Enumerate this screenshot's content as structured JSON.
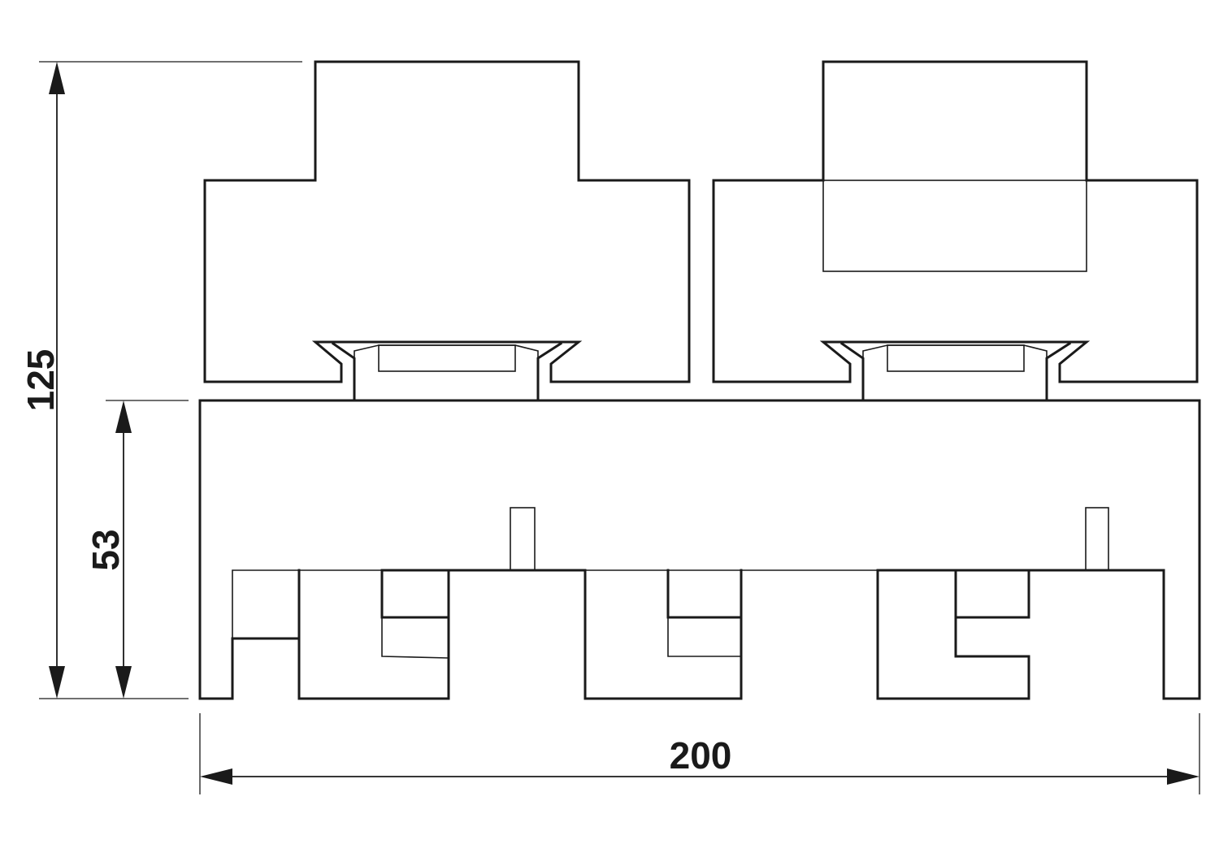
{
  "drawing": {
    "dimensions": {
      "total_height": {
        "value": "125"
      },
      "lower_height": {
        "value": "53"
      },
      "total_width": {
        "value": "200"
      }
    },
    "colors": {
      "line": "#1a1a1a",
      "background": "#ffffff"
    }
  }
}
